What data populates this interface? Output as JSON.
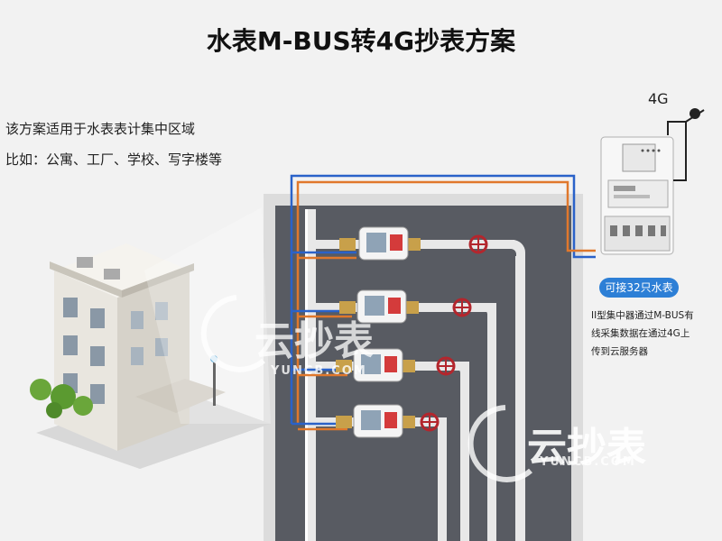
{
  "title": "水表M-BUS转4G抄表方案",
  "description": {
    "line1": "该方案适用于水表表计集中区域",
    "line2": "比如：公寓、工厂、学校、写字楼等"
  },
  "antenna_label": "4G",
  "badge": "可接32只水表",
  "note": {
    "line1": "II型集中器通过M-BUS有",
    "line2": "线采集数据在通过4G上",
    "line3": "传到云服务器"
  },
  "watermark": {
    "text": "云抄表",
    "sub": "YUNCB.COM"
  },
  "meters": [
    "meter-1",
    "meter-2",
    "meter-3",
    "meter-4"
  ],
  "colors": {
    "shaft": "#585b62",
    "pipe": "#e8e8e8",
    "bus_blue": "#2a62c9",
    "bus_orange": "#e0782c",
    "valve_red": "#b3262d",
    "badge": "#2d7fd6"
  }
}
